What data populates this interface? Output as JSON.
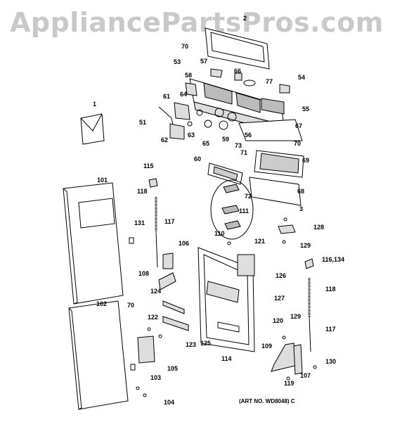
{
  "watermark": "AppliancePartsPros.com",
  "art_number": "(ART NO. WD8048) C",
  "callouts": [
    "2",
    "70",
    "57",
    "66",
    "77",
    "53",
    "54",
    "58",
    "55",
    "61",
    "64",
    "1",
    "51",
    "63",
    "65",
    "56",
    "59",
    "67",
    "62",
    "73",
    "70",
    "71",
    "60",
    "69",
    "72",
    "68",
    "115",
    "101",
    "111",
    "118",
    "3",
    "128",
    "131",
    "117",
    "110",
    "129",
    "106",
    "121",
    "116,134",
    "126",
    "108",
    "118",
    "124",
    "127",
    "70",
    "102",
    "120",
    "129",
    "122",
    "125",
    "117",
    "123",
    "109",
    "114",
    "130",
    "105",
    "107",
    "103",
    "119",
    "104"
  ]
}
